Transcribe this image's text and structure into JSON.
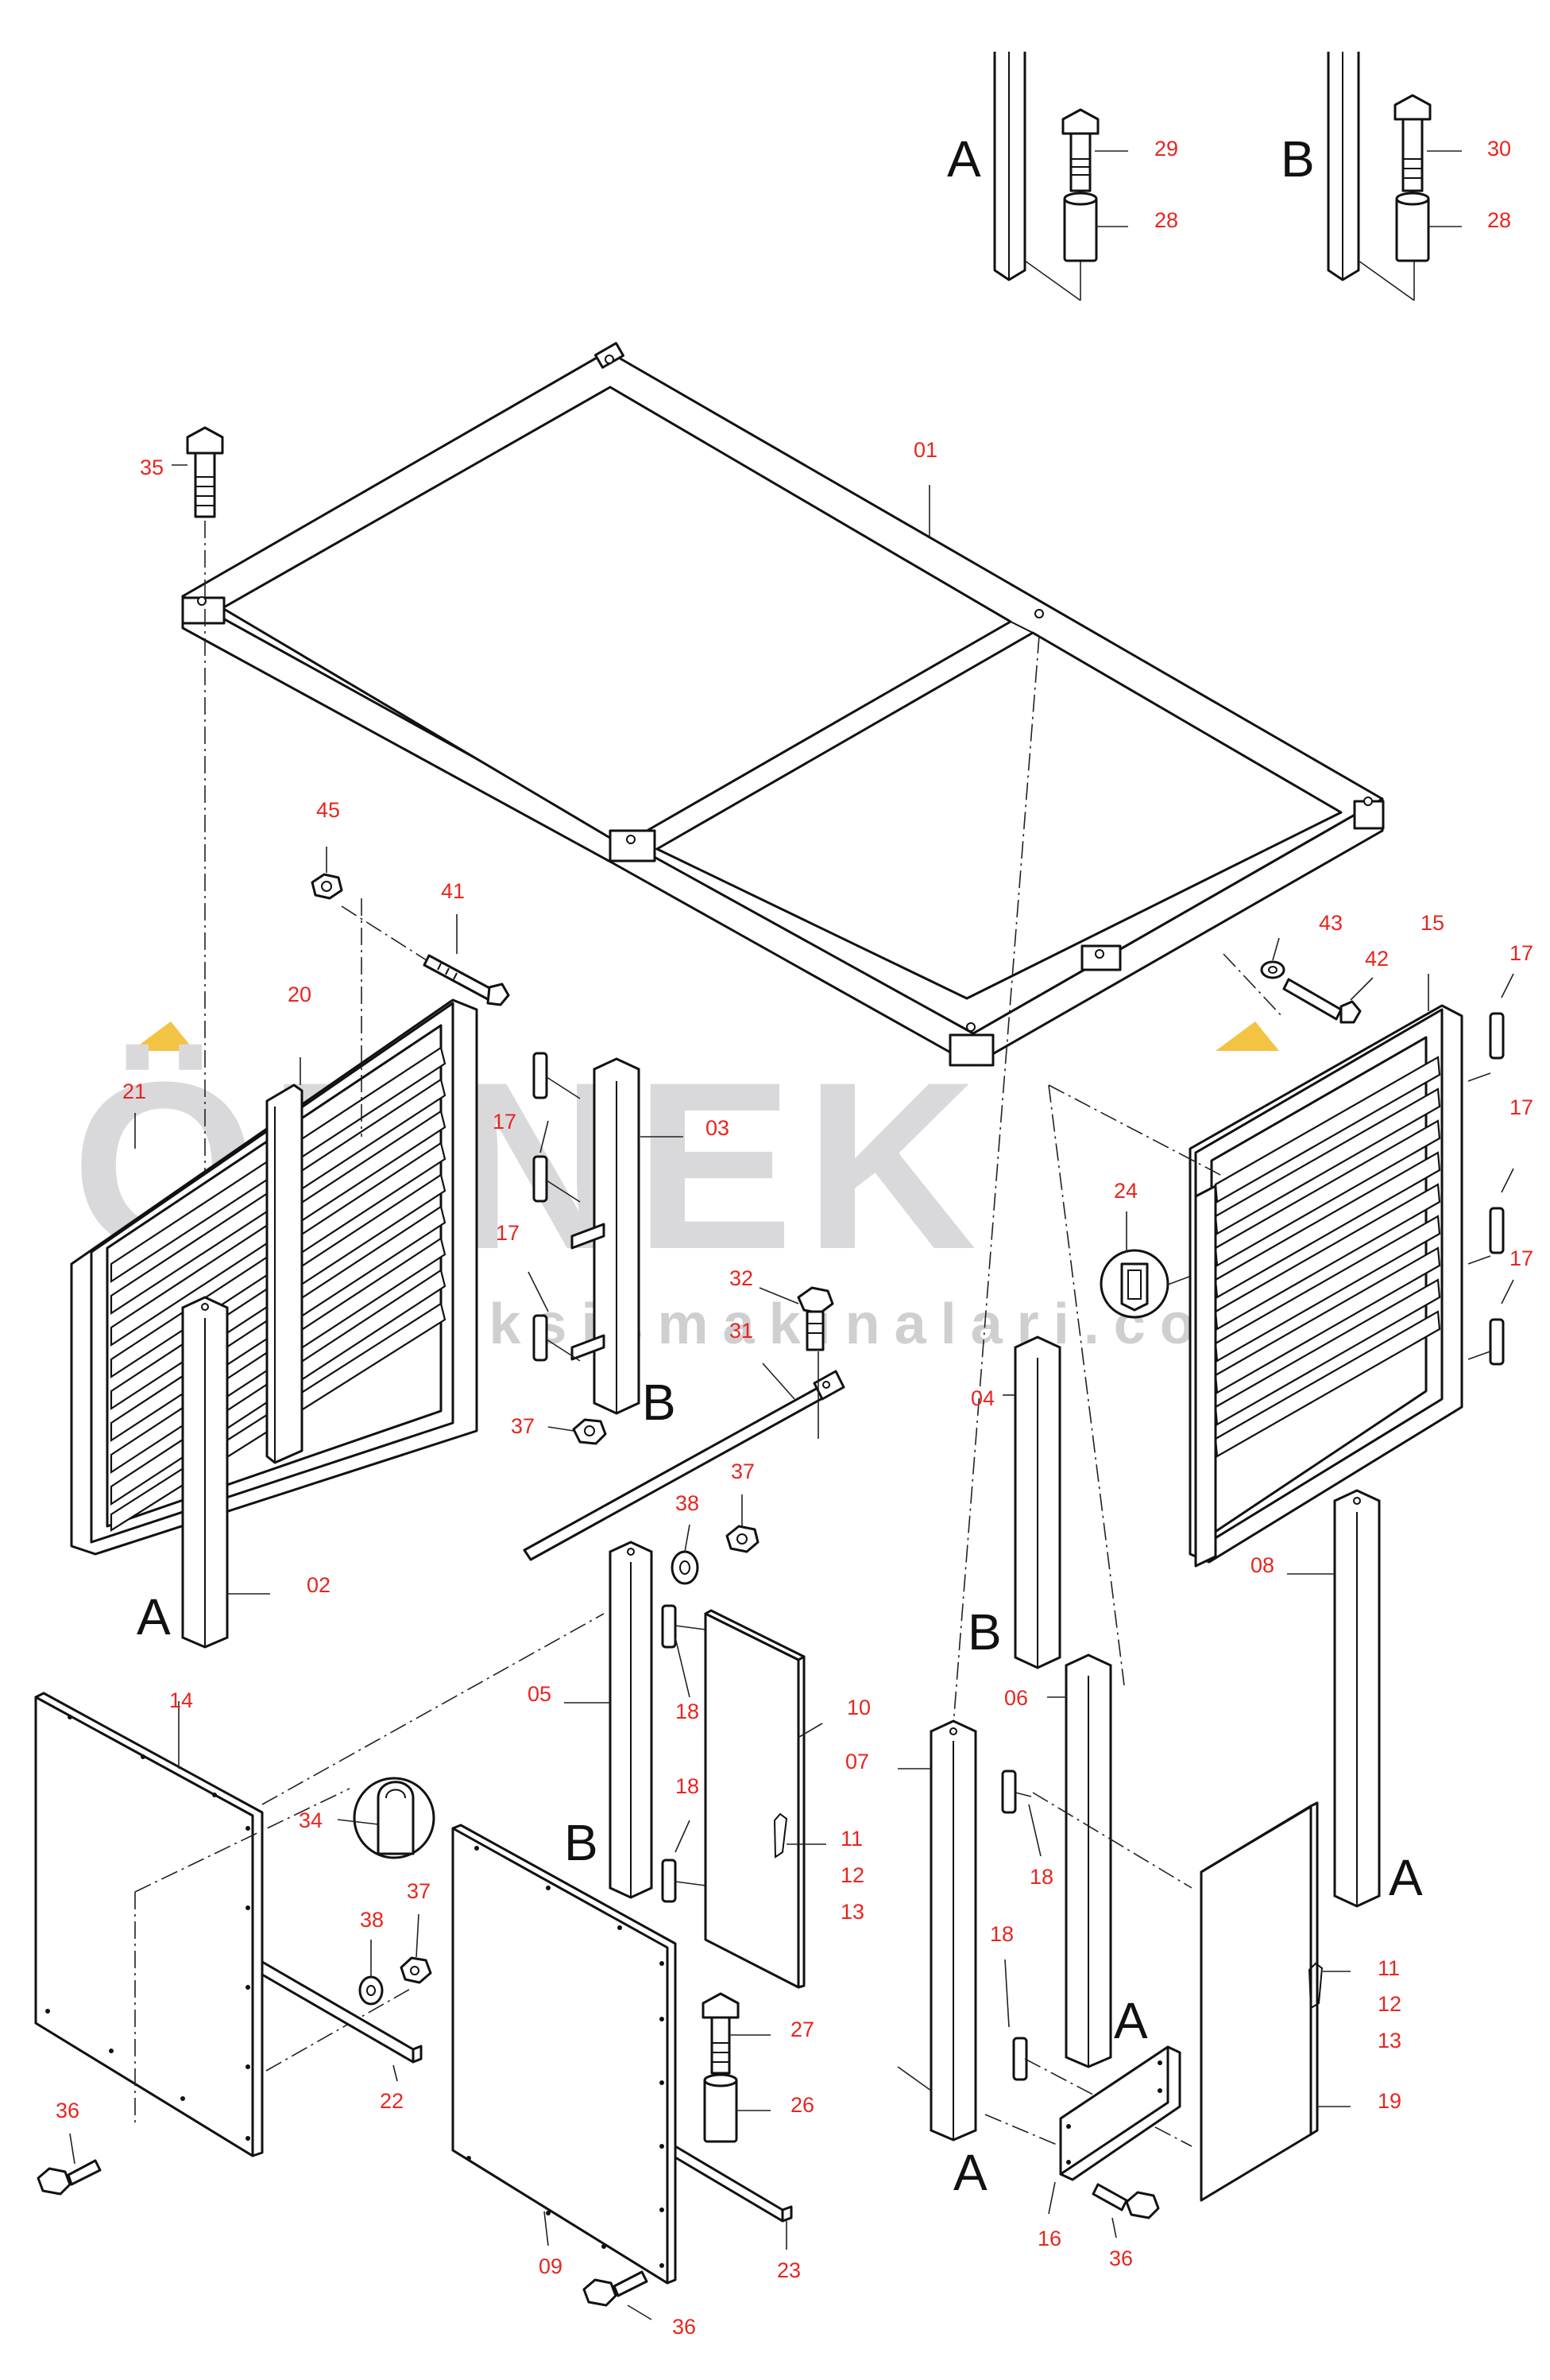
{
  "watermark": {
    "brand": "ÖRNEK",
    "site": "www.orneksismakinalari.com.tr"
  },
  "assembly_letters": {
    "A": "A",
    "B": "B"
  },
  "parts": {
    "p01": "01",
    "p02": "02",
    "p03": "03",
    "p04": "04",
    "p05": "05",
    "p06": "06",
    "p07": "07",
    "p08": "08",
    "p09": "09",
    "p10": "10",
    "p11": "11",
    "p12": "12",
    "p13": "13",
    "p14": "14",
    "p15": "15",
    "p16": "16",
    "p17": "17",
    "p18": "18",
    "p19": "19",
    "p20": "20",
    "p21": "21",
    "p22": "22",
    "p23": "23",
    "p24": "24",
    "p26": "26",
    "p27": "27",
    "p28": "28",
    "p29": "29",
    "p30": "30",
    "p31": "31",
    "p32": "32",
    "p34": "34",
    "p35": "35",
    "p36": "36",
    "p37": "37",
    "p38": "38",
    "p41": "41",
    "p42": "42",
    "p43": "43",
    "p45": "45"
  },
  "colors": {
    "label": "#e8251f",
    "line": "#111111",
    "watermark": "#d9d9dc",
    "watermark_accent": "#f3c344"
  }
}
